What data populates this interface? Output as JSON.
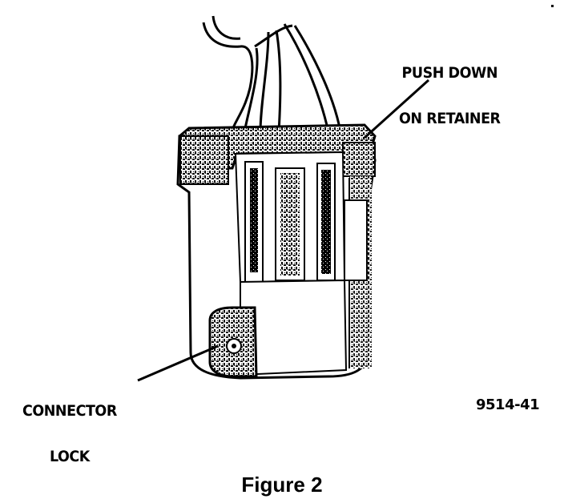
{
  "labels": {
    "push_down_line1": "PUSH DOWN",
    "push_down_line2": "ON RETAINER",
    "connector_line1": "CONNECTOR",
    "connector_line2": "LOCK",
    "figure_number": "9514-41"
  },
  "caption": "Figure 2",
  "colors": {
    "ink": "#000000",
    "paper": "#ffffff"
  }
}
